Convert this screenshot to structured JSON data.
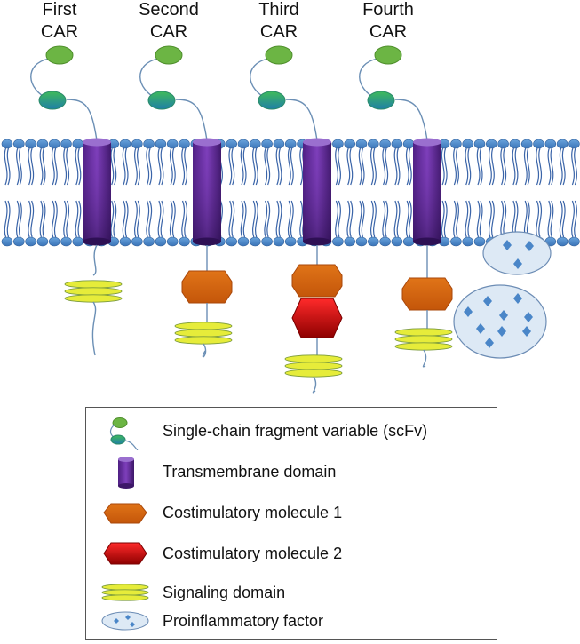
{
  "car_titles": [
    {
      "line1": "First",
      "line2": "CAR"
    },
    {
      "line1": "Second",
      "line2": "CAR"
    },
    {
      "line1": "Third",
      "line2": "CAR"
    },
    {
      "line1": "Fourth",
      "line2": "CAR"
    }
  ],
  "legend": [
    {
      "icon": "scfv-icon",
      "label": "Single-chain fragment variable (scFv)"
    },
    {
      "icon": "transmembrane-icon",
      "label": "Transmembrane domain"
    },
    {
      "icon": "costim-1-icon",
      "label": "Costimulatory molecule 1"
    },
    {
      "icon": "costim-2-icon",
      "label": "Costimulatory molecule 2"
    },
    {
      "icon": "signaling-icon",
      "label": "Signaling domain"
    },
    {
      "icon": "proinflammatory-icon",
      "label": "Proinflammatory factor"
    }
  ],
  "colors": {
    "membrane_head": "#4a86c8",
    "lipid_tail": "#3a64a8",
    "scfv": "#6cb544",
    "transmembrane": "#6a2fa0",
    "costim_1": "#d0620f",
    "costim_2": "#d60000",
    "signaling": "#e6ec3a",
    "proinflammatory": "#dde9f5"
  }
}
